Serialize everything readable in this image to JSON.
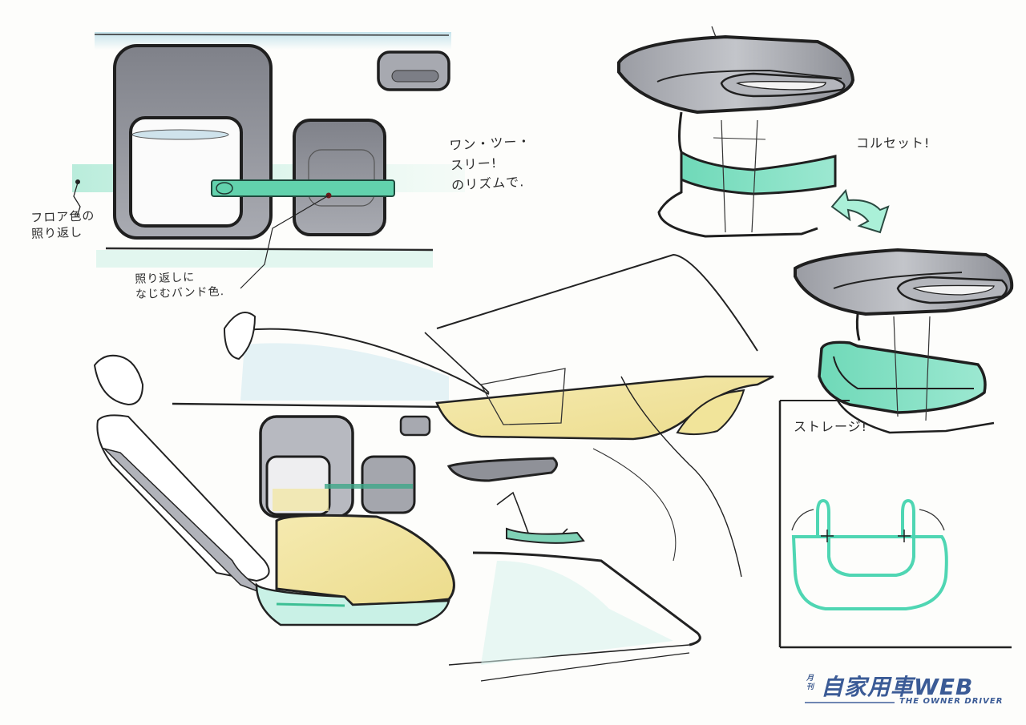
{
  "artwork": {
    "type": "car interior design concept sketch (marker rendering)",
    "background_color": "#fdfdfb",
    "palette": {
      "ink": "#262626",
      "gray_marker": "#8f9198",
      "gray_light": "#c9cbd0",
      "mint_accent": "#7fe0c2",
      "mint_light": "#c9f1e6",
      "yellow_marker": "#f3e7a6",
      "sky_tint": "#cfe6ef"
    }
  },
  "annotations": {
    "floor_color": "フロア色の\n照り返し",
    "band_color": "照り返しに\nなじむバンド色.",
    "rhythm": "ワン・ツー・\nスリー!\nのリズムで.",
    "corset": "コルセット!",
    "storage": "ストレージ!"
  },
  "panels": {
    "door_panel_detail": {
      "label": "door-panel-speaker-detail"
    },
    "console_top": {
      "label": "console-corset-view"
    },
    "console_bottom": {
      "label": "console-storage-ring-view"
    },
    "storage_diagram": {
      "label": "storage-handle-diagram"
    },
    "interior_overview": {
      "label": "interior-overview"
    }
  },
  "logo": {
    "small_kanji": "月刊",
    "title": "自家用車WEB",
    "subtitle": "THE OWNER DRIVER",
    "color": "#3b5b96"
  }
}
